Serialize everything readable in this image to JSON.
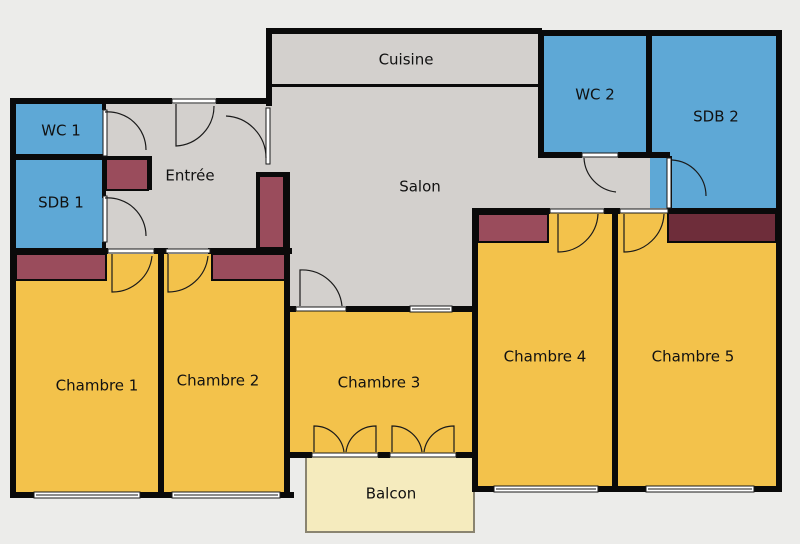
{
  "colors": {
    "background": "#ececea",
    "bedroom": "#f3c24b",
    "bathroom": "#5ea8d6",
    "common": "#d3d0cd",
    "balcony": "#f5ebbe",
    "closet": "#9a4c5c",
    "closet_dark": "#6e2d3a",
    "wall": "#0a0a0a"
  },
  "rooms": {
    "cuisine": "Cuisine",
    "salon": "Salon",
    "entree": "Entrée",
    "wc1": "WC 1",
    "sdb1": "SDB 1",
    "wc2": "WC 2",
    "sdb2": "SDB 2",
    "chambre1": "Chambre 1",
    "chambre2": "Chambre 2",
    "chambre3": "Chambre 3",
    "chambre4": "Chambre 4",
    "chambre5": "Chambre 5",
    "balcon": "Balcon"
  }
}
